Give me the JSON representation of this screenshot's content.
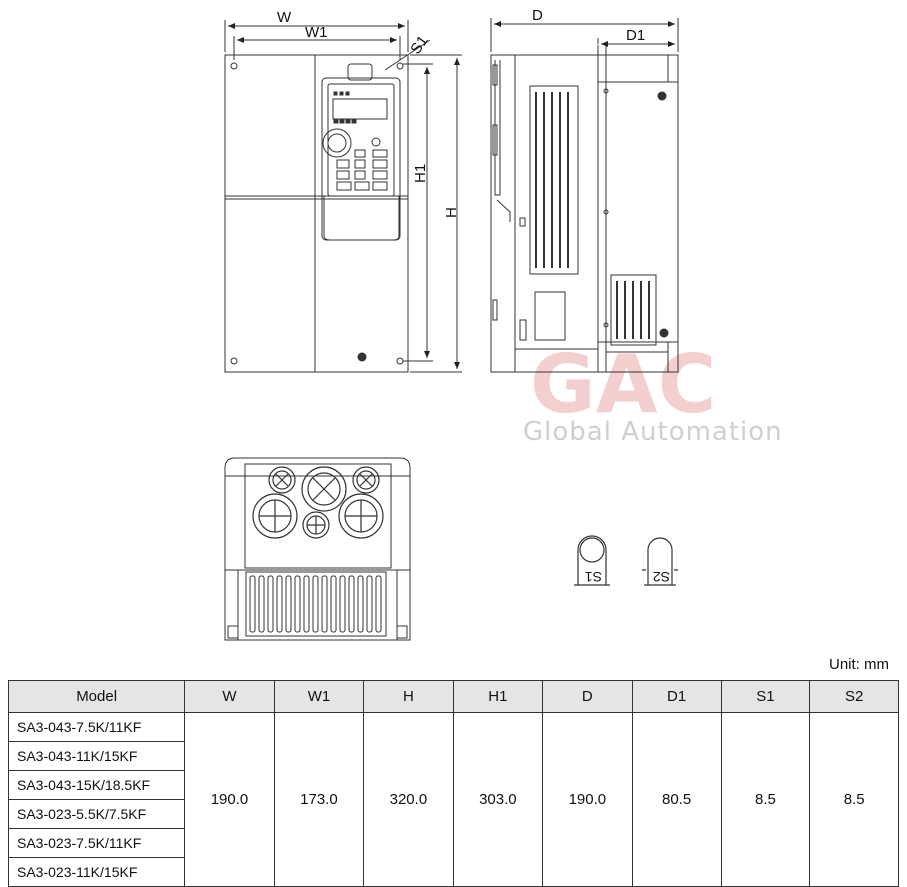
{
  "dimension_labels": {
    "W": "W",
    "W1": "W1",
    "H": "H",
    "H1": "H1",
    "D": "D",
    "D1": "D1",
    "S1": "S1",
    "S2": "S2"
  },
  "watermark": {
    "logo": "GAC",
    "tagline": "Global Automation"
  },
  "unit_note": "Unit: mm",
  "table": {
    "headers": [
      "Model",
      "W",
      "W1",
      "H",
      "H1",
      "D",
      "D1",
      "S1",
      "S2"
    ],
    "models": [
      "SA3-043-7.5K/11KF",
      "SA3-043-11K/15KF",
      "SA3-043-15K/18.5KF",
      "SA3-023-5.5K/7.5KF",
      "SA3-023-7.5K/11KF",
      "SA3-023-11K/15KF"
    ],
    "values": [
      "190.0",
      "173.0",
      "320.0",
      "303.0",
      "190.0",
      "80.5",
      "8.5",
      "8.5"
    ]
  },
  "colors": {
    "line": "#333333",
    "header_bg": "#e5e5e5",
    "watermark_red": "#f3cfcf",
    "watermark_gray": "#cfcfcf"
  }
}
